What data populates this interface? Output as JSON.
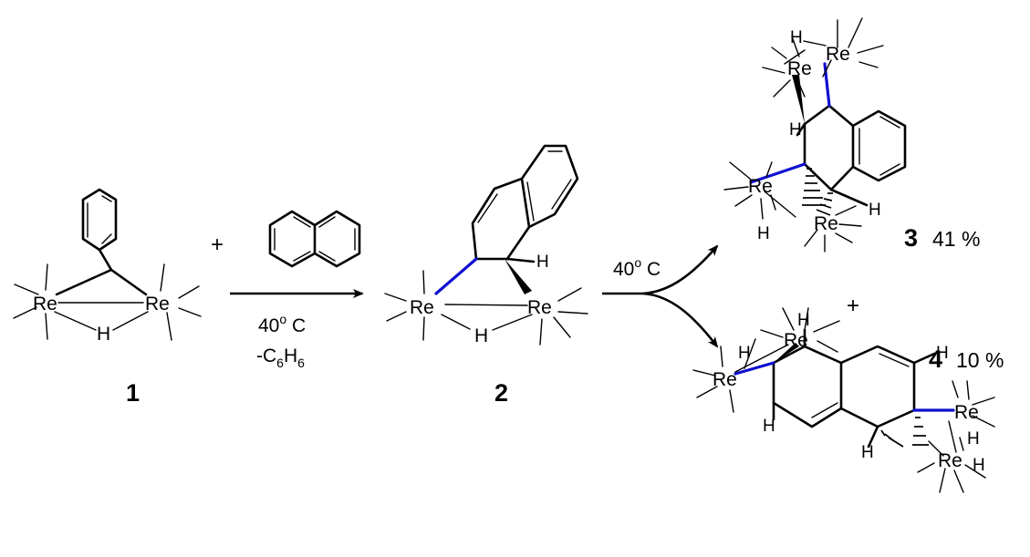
{
  "colors": {
    "ink": "#000000",
    "highlight_bond": "#1010d0",
    "background": "#ffffff"
  },
  "atoms": {
    "rhenium": "Re",
    "hydrogen": "H"
  },
  "compounds": {
    "c1": {
      "label": "1"
    },
    "c2": {
      "label": "2"
    },
    "c3": {
      "label": "3",
      "yield": "41 %"
    },
    "c4": {
      "label": "4",
      "yield": "10 %"
    }
  },
  "reaction1": {
    "plus": "+",
    "temperature": "40",
    "temp_sup": "o",
    "temp_unit": " C",
    "byproduct_prefix": "-C",
    "byproduct_sub1": "6",
    "byproduct_mid": "H",
    "byproduct_sub2": "6"
  },
  "reaction2": {
    "temperature": "40",
    "temp_sup": "o",
    "temp_unit": " C"
  },
  "products_plus": "+"
}
